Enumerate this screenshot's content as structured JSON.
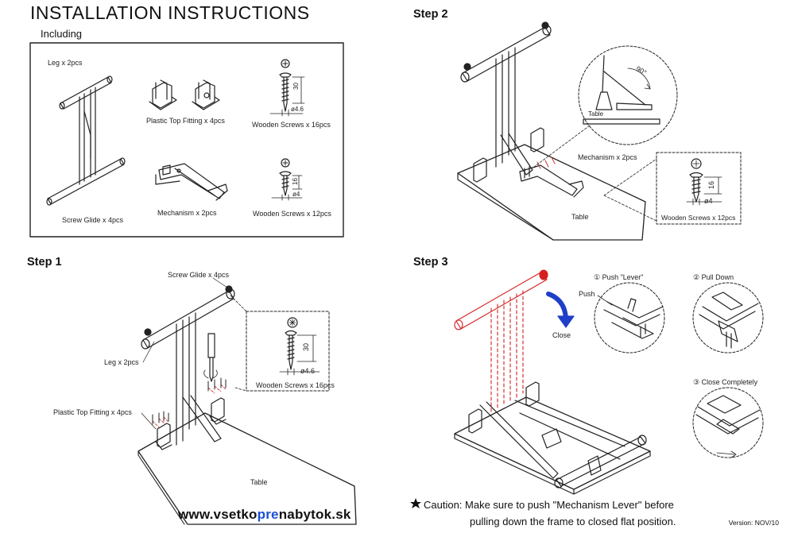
{
  "title": "INSTALLATION INSTRUCTIONS",
  "including": {
    "label": "Including",
    "leg": "Leg x 2pcs",
    "glide": "Screw Glide x 4pcs",
    "fitting": "Plastic Top Fitting x 4pcs",
    "mechanism": "Mechanism x 2pcs",
    "screws_large": "Wooden Screws x 16pcs",
    "screws_small": "Wooden Screws x 12pcs",
    "dim_30": "30",
    "dim_46": "ø4.6",
    "dim_16": "16",
    "dim_4": "ø4"
  },
  "step1": {
    "heading": "Step 1",
    "glide": "Screw Glide x 4pcs",
    "leg": "Leg x 2pcs",
    "fitting": "Plastic Top Fitting x 4pcs",
    "table": "Table",
    "screws": "Wooden Screws x 16pcs",
    "dim_30": "30",
    "dim_46": "ø4.6"
  },
  "step2": {
    "heading": "Step 2",
    "angle": "90°",
    "table_detail": "Table",
    "mechanism": "Mechanism x 2pcs",
    "table": "Table",
    "screws": "Wooden Screws x 12pcs",
    "dim_16": "16",
    "dim_4": "ø4"
  },
  "step3": {
    "heading": "Step 3",
    "push_lever": "① Push \"Lever\"",
    "pull_down": "② Pull Down",
    "close_completely": "③ Close Completely",
    "push": "Push",
    "close": "Close"
  },
  "url": {
    "part1": "www.vsetko",
    "part2": "pre",
    "part3": "nabytok.sk"
  },
  "caution": {
    "line1": "Caution: Make sure to push \"Mechanism Lever\" before",
    "line2": "pulling down the frame to closed flat position."
  },
  "version": "Version: NOV/10",
  "colors": {
    "accent_red": "#d62020",
    "arrow_blue": "#1f3fc8",
    "url_blue": "#1a4fd6"
  }
}
